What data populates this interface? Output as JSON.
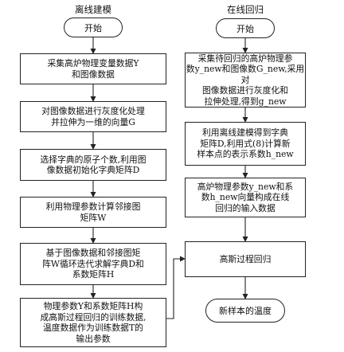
{
  "left_column": {
    "title": "离线建模",
    "start": "开始",
    "steps": [
      {
        "lines": [
          "采集高炉物理变量数据Y",
          "和图像数据"
        ]
      },
      {
        "lines": [
          "对图像数据进行灰度化处理",
          "并拉伸为一维的向量G"
        ]
      },
      {
        "lines": [
          "选择字典的原子个数,利用图",
          "像数据初始化字典矩阵D"
        ]
      },
      {
        "lines": [
          "利用物理参数计算邻接图",
          "矩阵W"
        ]
      },
      {
        "lines": [
          "基于图像数据和邻接图矩",
          "阵W循环迭代求解字典D和",
          "系数矩阵H"
        ]
      },
      {
        "lines": [
          "物理参数Y和系数矩阵H构",
          "成高斯过程回归的训练数据,",
          "温度数据作为训练数据T的",
          "输出参数"
        ]
      }
    ]
  },
  "right_column": {
    "title": "在线回归",
    "start": "开始",
    "steps": [
      {
        "lines": [
          "采集待回归的高炉物理参",
          "数y_new和图像数G_new,采用对",
          "图像数据进行灰度化和",
          "拉伸处理,得到g_new"
        ]
      },
      {
        "lines": [
          "利用离线建模得到字典",
          "矩阵D,利用式(8)计算新",
          "样本点的表示系数h_new"
        ]
      },
      {
        "lines": [
          "高炉物理参数y_new和系",
          "数h_new向量构成在线",
          "回归的输入数据"
        ]
      },
      {
        "lines": [
          "高斯过程回归"
        ]
      }
    ],
    "end": "新样本的温度"
  }
}
